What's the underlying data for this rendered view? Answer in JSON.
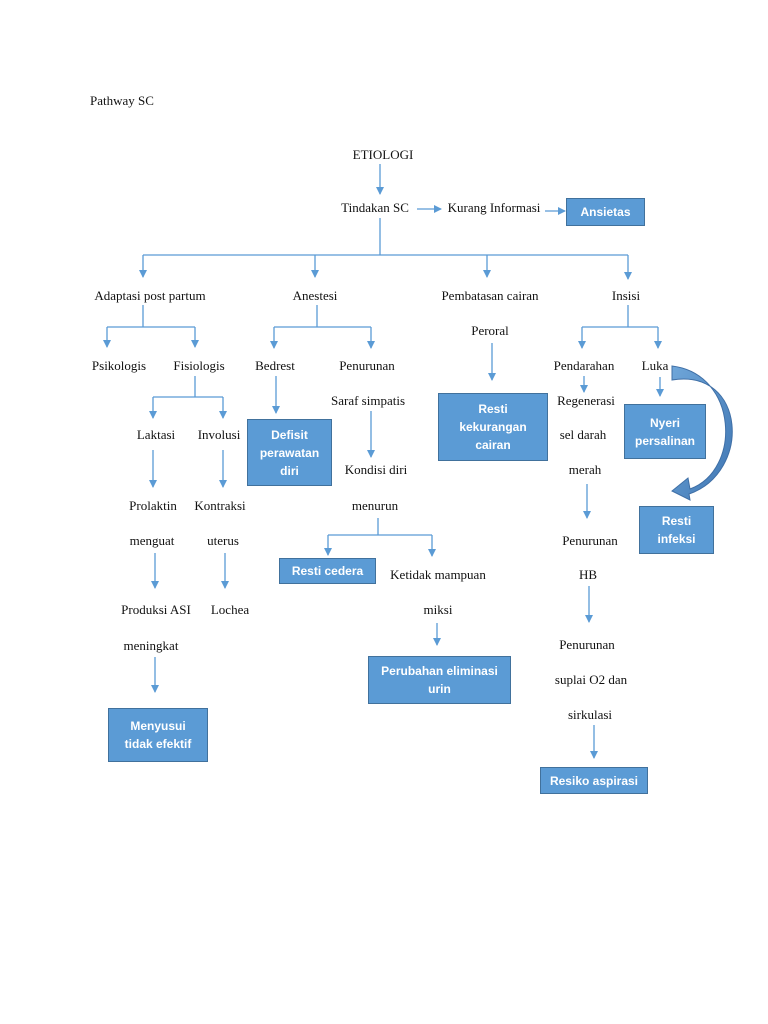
{
  "title": "Pathway SC",
  "nodes": {
    "etiologi": "ETIOLOGI",
    "tindakan_sc": "Tindakan SC",
    "kurang_informasi": "Kurang Informasi",
    "adaptasi": "Adaptasi post partum",
    "anestesi": "Anestesi",
    "pembatasan": "Pembatasan cairan",
    "peroral": "Peroral",
    "insisi": "Insisi",
    "psikologis": "Psikologis",
    "fisiologis": "Fisiologis",
    "bedrest": "Bedrest",
    "penurunan": "Penurunan",
    "saraf_simpatis": "Saraf simpatis",
    "kondisi_diri": "Kondisi diri",
    "menurun": "menurun",
    "ketidak_mampuan": "Ketidak mampuan",
    "miksi": "miksi",
    "laktasi": "Laktasi",
    "involusi": "Involusi",
    "prolaktin": "Prolaktin",
    "menguat": "menguat",
    "produksi_asi": "Produksi ASI",
    "meningkat": "meningkat",
    "kontraksi": "Kontraksi",
    "uterus": "uterus",
    "lochea": "Lochea",
    "pendarahan": "Pendarahan",
    "luka": "Luka",
    "regenerasi": "Regenerasi",
    "sel_darah": "sel darah",
    "merah": "merah",
    "penurunan_hb_1": "Penurunan",
    "penurunan_hb_2": "HB",
    "penurunan_suplai_1": "Penurunan",
    "penurunan_suplai_2": "suplai O2 dan",
    "penurunan_suplai_3": "sirkulasi"
  },
  "boxes": {
    "ansietas": "Ansietas",
    "defisit": "Defisit\nperawatan\ndiri",
    "resti_kekurangan": "Resti\nkekurangan\ncairan",
    "nyeri": "Nyeri\npersalinan",
    "resti_infeksi": "Resti\ninfeksi",
    "resti_cedera": "Resti cedera",
    "perubahan_eliminasi": "Perubahan eliminasi\nurin",
    "menyusui": "Menyusui\ntidak efektif",
    "resiko_aspirasi": "Resiko aspirasi"
  },
  "colors": {
    "line": "#5b9bd5",
    "box_fill": "#5b9bd5",
    "box_border": "#41719c",
    "curve_arrow": "#4a7ebb"
  }
}
